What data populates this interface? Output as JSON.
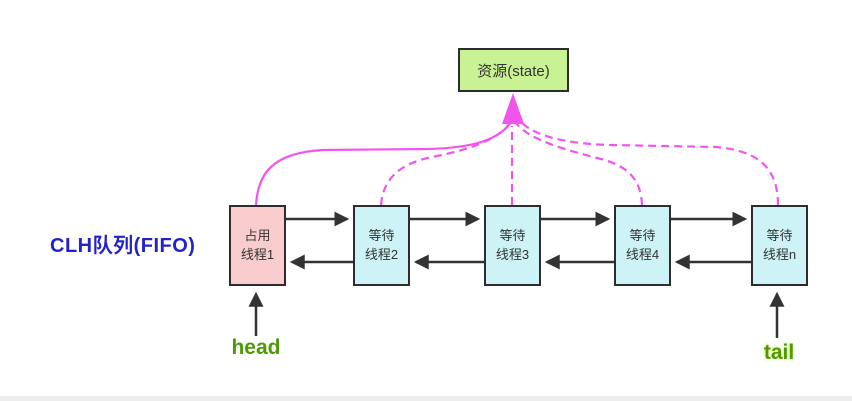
{
  "diagram": {
    "queue_label": "CLH队列(FIFO)",
    "resource": {
      "label": "资源(state)",
      "fill": "#c9f295"
    },
    "nodes": [
      {
        "label": "占用线程1",
        "lines": [
          "占用",
          "线程1"
        ],
        "fill": "#f9cdcd"
      },
      {
        "label": "等待线程2",
        "lines": [
          "等待",
          "线程2"
        ],
        "fill": "#cdf3f6"
      },
      {
        "label": "等待线程3",
        "lines": [
          "等待",
          "线程3"
        ],
        "fill": "#cdf3f6"
      },
      {
        "label": "等待线程4",
        "lines": [
          "等待",
          "线程4"
        ],
        "fill": "#cdf3f6"
      },
      {
        "label": "等待线程n",
        "lines": [
          "等待",
          "线程n"
        ],
        "fill": "#cdf3f6"
      }
    ],
    "pointers": {
      "head_label": "head",
      "tail_label": "tail"
    },
    "colors": {
      "queue_label_text": "#2323cb",
      "pointer_text": "#4e9a06",
      "spin_arrow": "#f155ee",
      "link_arrow": "#333333",
      "node_border": "#2d2d2d",
      "background": "#ffffff"
    }
  }
}
